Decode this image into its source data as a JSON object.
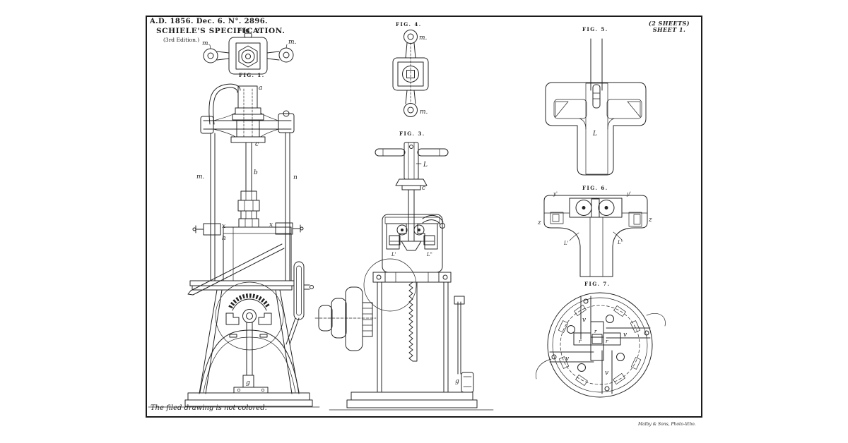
{
  "header": {
    "date_line": "A.D. 1856. Dec. 6. N°. 2896.",
    "title": "SCHIELE'S SPECIFICATION.",
    "edition": "(3rd Edition.)",
    "sheets_note": "(2 SHEETS)",
    "sheet_number": "SHEET 1."
  },
  "footer": {
    "filed_note": "The filed drawing is not colored.",
    "printer_credit": "Malby & Sons, Photo-litho."
  },
  "ink_color": "#242424",
  "paper_color": "#ffffff",
  "figures": {
    "fig1": {
      "caption": "FIG. 1.",
      "labels": {
        "a": "a",
        "b": "b",
        "c": "c",
        "m": "m.",
        "n": "n",
        "x_left": "x",
        "x_right": "x",
        "h": "h",
        "g": "g"
      }
    },
    "fig2": {
      "caption": "FIG. 2.",
      "labels": {
        "m_left": "m.",
        "m_right": "m."
      }
    },
    "fig3": {
      "caption": "FIG. 3.",
      "labels": {
        "l": "L",
        "c": "c",
        "l1": "L'",
        "l2": "L\"",
        "g": "g"
      }
    },
    "fig4": {
      "caption": "FIG. 4.",
      "labels": {
        "m_top": "m.",
        "m_bottom": "m."
      }
    },
    "fig5": {
      "caption": "FIG. 5.",
      "labels": {
        "l": "L"
      }
    },
    "fig6": {
      "caption": "FIG. 6.",
      "labels": {
        "y_left": "y'",
        "y_right": "y'",
        "z_left": "z",
        "z_right": "z",
        "l1": "L'",
        "l2": "L\""
      }
    },
    "fig7": {
      "caption": "FIG. 7.",
      "labels": {
        "v_top": "v",
        "v_right": "v",
        "v_bottom": "v",
        "v_left": "v",
        "r1": "r",
        "r2": "r",
        "r3": "r"
      }
    }
  }
}
